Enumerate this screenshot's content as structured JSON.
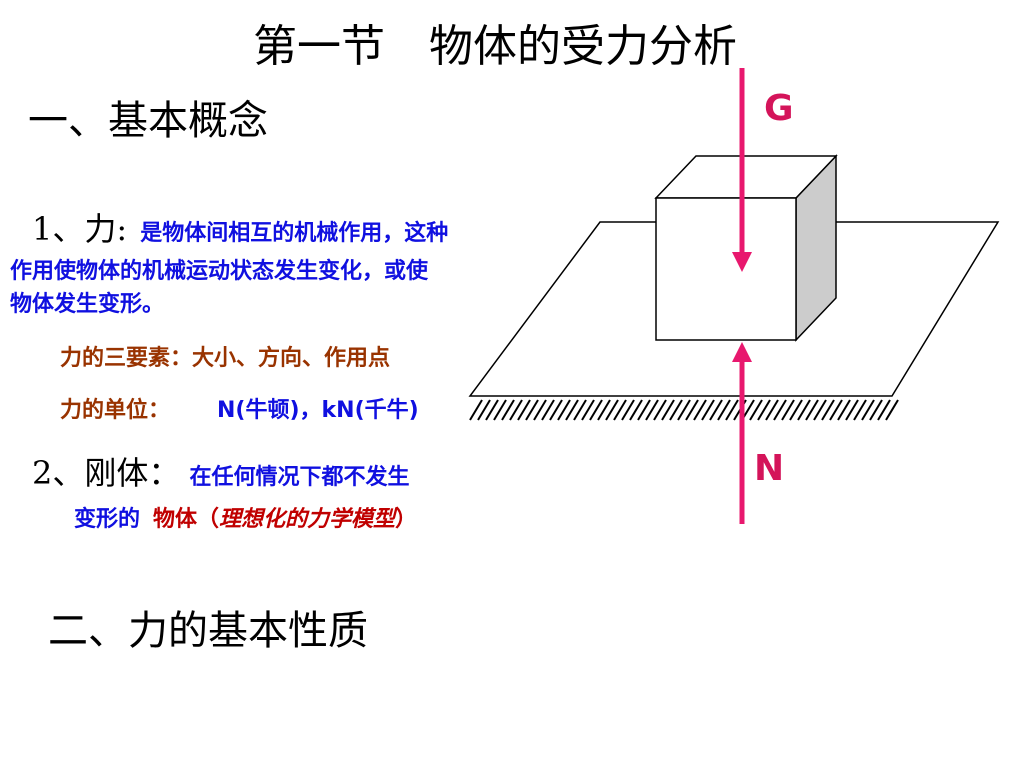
{
  "title": "第一节　物体的受力分析",
  "section1": {
    "heading": "一、基本概念",
    "force": {
      "label": "1、力:",
      "definition_line1": "是物体间相互的机械作用，这种",
      "definition_line2": "作用使物体的机械运动状态发生变化，或使",
      "definition_line3": "物体发生变形。",
      "elements_label": "力的三要素：",
      "elements_value": "大小、方向、作用点",
      "unit_label": "力的单位：",
      "unit_value": "N(牛顿)，kN(千牛)"
    },
    "rigid_body": {
      "label": "2、刚体：",
      "definition_line1": "在任何情况下都不发生",
      "definition_line2_prefix": "变形的",
      "definition_line2_object": "物体（",
      "definition_line2_model": "理想化的力学模型",
      "definition_line2_close": "）"
    }
  },
  "section2": {
    "heading": "二、力的基本性质"
  },
  "diagram": {
    "gravity_label": "G",
    "normal_label": "N",
    "colors": {
      "force_arrow": "#e8186e",
      "label": "#d4145a",
      "cube_side": "#cccccc",
      "outline": "#000000"
    }
  }
}
